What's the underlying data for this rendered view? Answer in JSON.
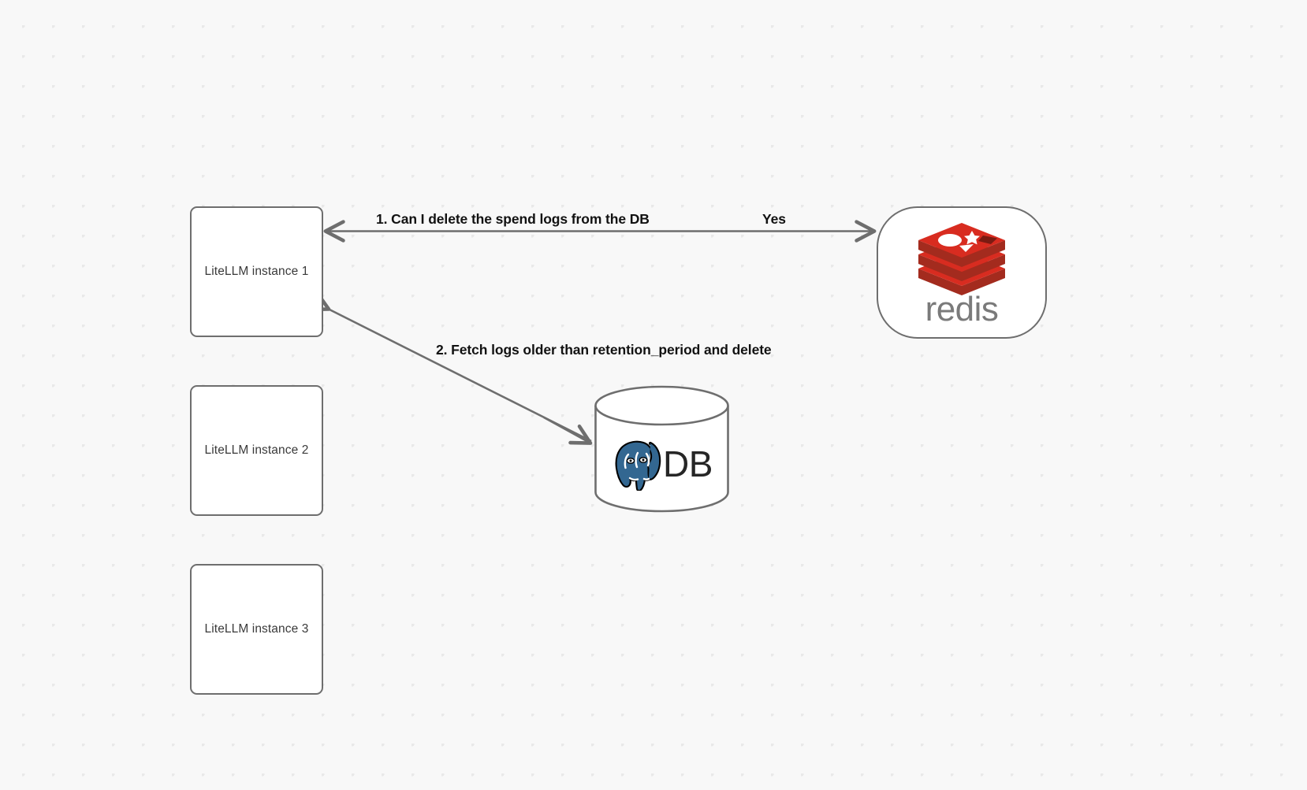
{
  "canvas": {
    "background_color": "#f8f8f8",
    "dot_color": "#e9e9e9",
    "stroke_color": "#6e6e6e"
  },
  "nodes": {
    "litellm_1": {
      "label": "LiteLLM instance 1"
    },
    "litellm_2": {
      "label": "LiteLLM instance 2"
    },
    "litellm_3": {
      "label": "LiteLLM instance 3"
    },
    "redis": {
      "wordmark": "redis",
      "icon_name": "redis-logo",
      "brand_color": "#d82c20",
      "wordmark_color": "#7a7a7a"
    },
    "database": {
      "label": "DB",
      "icon_name": "postgresql-elephant-logo",
      "brand_color": "#336791"
    }
  },
  "edges": {
    "step_1": {
      "question": "1.  Can I delete the spend logs from the DB",
      "answer": "Yes"
    },
    "step_2": {
      "label": "2.  Fetch logs older than retention_period and delete"
    }
  }
}
